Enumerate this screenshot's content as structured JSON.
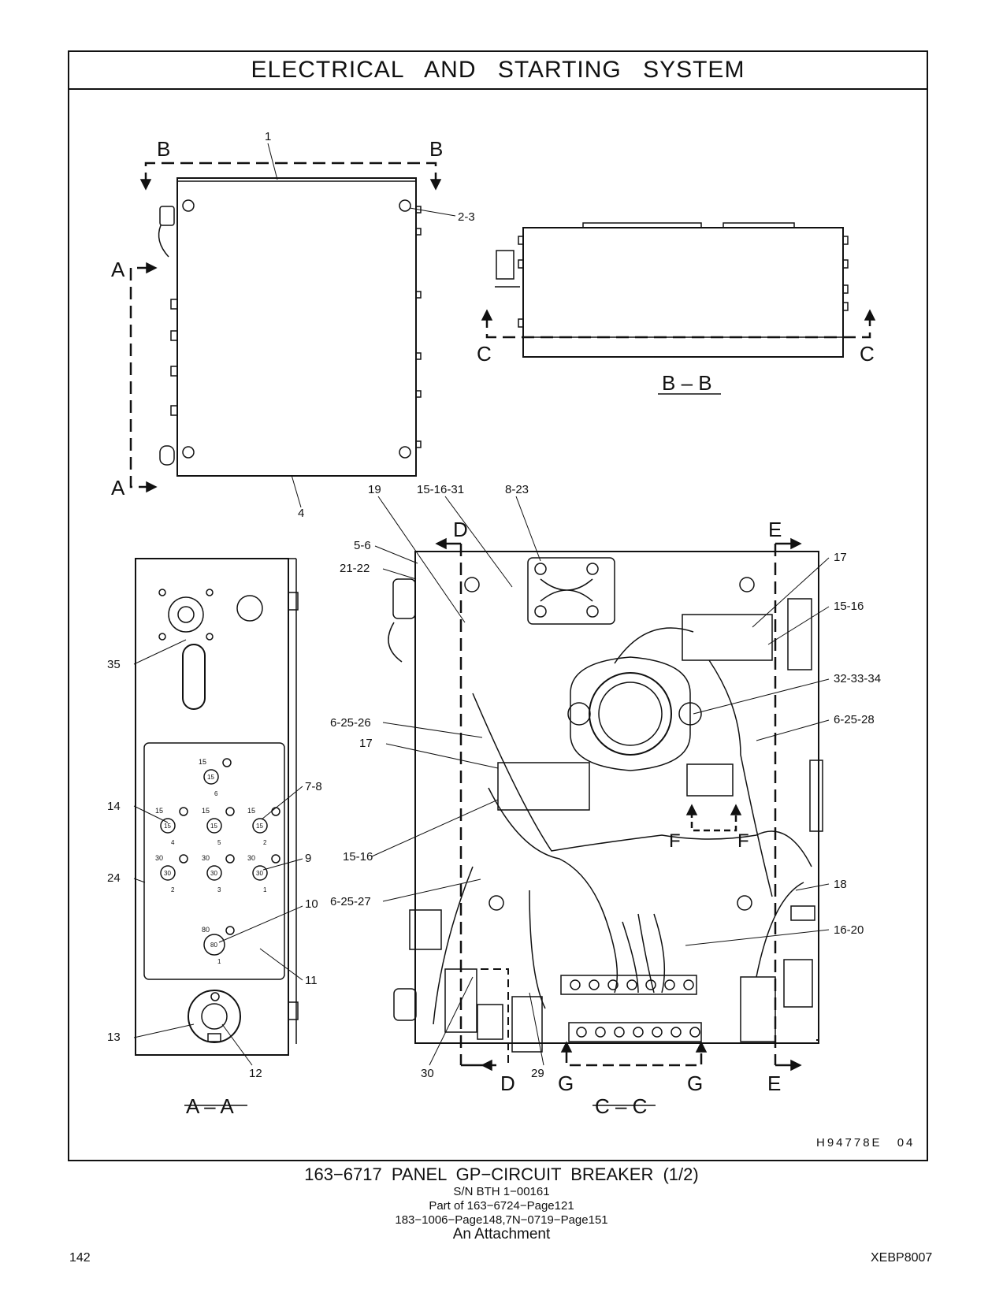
{
  "title": "ELECTRICAL AND STARTING SYSTEM",
  "views": {
    "top_left": {
      "section_marks": [
        "B",
        "B",
        "A",
        "A"
      ],
      "callouts": [
        "1",
        "2-3",
        "4"
      ]
    },
    "bb": {
      "label": "B – B",
      "section_marks": [
        "C",
        "C"
      ]
    },
    "aa": {
      "label": "A – A",
      "callouts": [
        "35",
        "14",
        "7-8",
        "24",
        "9",
        "10",
        "11",
        "13",
        "12"
      ],
      "breaker_ratings": [
        "15",
        "15",
        "15",
        "15",
        "30",
        "30",
        "30",
        "80"
      ],
      "breaker_subs": [
        "6",
        "4",
        "5",
        "2",
        "2",
        "3",
        "1",
        "1"
      ]
    },
    "cc": {
      "label": "C – C",
      "section_marks": [
        "D",
        "E",
        "F",
        "F",
        "D",
        "G",
        "G",
        "E"
      ],
      "callouts": [
        "19",
        "15-16-31",
        "8-23",
        "5-6",
        "21-22",
        "17",
        "15-16",
        "32-33-34",
        "6-25-26",
        "6-25-28",
        "17",
        "15-16",
        "6-25-27",
        "18",
        "16-20",
        "30",
        "29"
      ]
    }
  },
  "drawing_id": "H94778E 04",
  "caption": {
    "main": "163−6717 PANEL GP−CIRCUIT BREAKER (1/2)",
    "serial": "S/N BTH 1−00161",
    "part_of": "Part of 163−6724−Page121",
    "refs": "183−1006−Page148,7N−0719−Page151",
    "attachment": "An Attachment"
  },
  "page_number": "142",
  "doc_id": "XEBP8007"
}
